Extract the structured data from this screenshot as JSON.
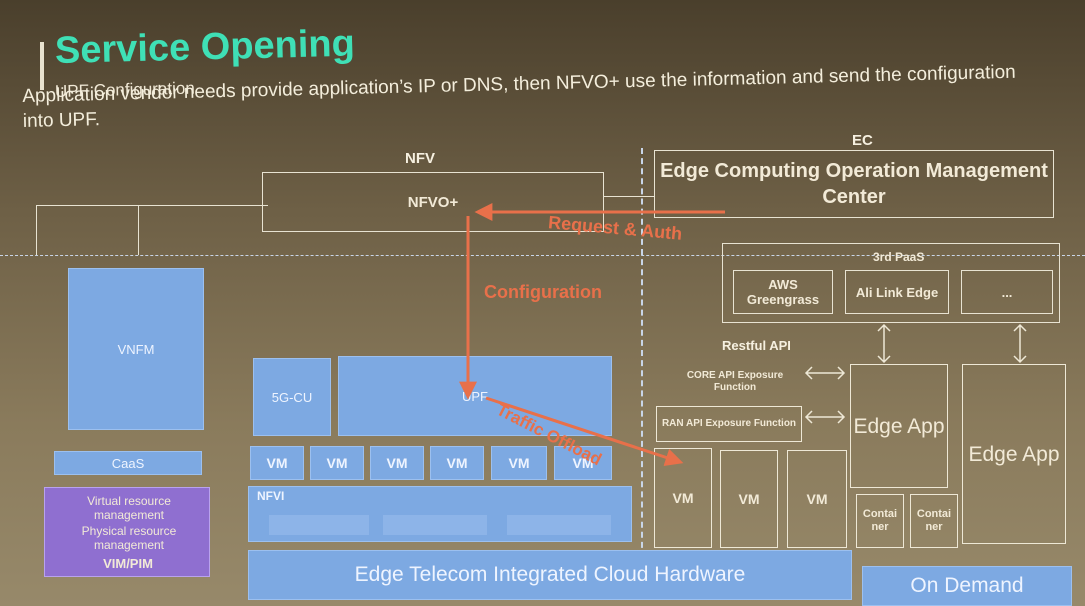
{
  "header": {
    "title": "Service Opening",
    "subtitle": "UPF Configuration",
    "description": "Application vendor needs provide application’s IP or DNS, then NFVO+ use the information and send the configuration into UPF."
  },
  "sections": {
    "nfv": "NFV",
    "ec": "EC"
  },
  "nfv": {
    "nfvo": "NFVO+",
    "vnfm": "VNFM",
    "caas": "CaaS",
    "vim": {
      "virtual": "Virtual resource management",
      "physical": "Physical resource management",
      "label": "VIM/PIM"
    },
    "cu": "5G-CU",
    "upf": "UPF",
    "vms": [
      "VM",
      "VM",
      "VM",
      "VM",
      "VM",
      "VM"
    ],
    "nfvi": "NFVI",
    "hardware": "Edge Telecom Integrated Cloud Hardware"
  },
  "ec": {
    "center": "Edge Computing Operation Management Center",
    "paas_title": "3rd PaaS",
    "paas_items": [
      "AWS Greengrass",
      "Ali Link Edge",
      "..."
    ],
    "restful": "Restful API",
    "core_api": "CORE API Exposure Function",
    "ran_api": "RAN API Exposure Function",
    "vms": [
      "VM",
      "VM",
      "VM"
    ],
    "edge_app_1": "Edge App",
    "edge_app_2": "Edge App",
    "containers": [
      "Contai ner",
      "Contai ner"
    ],
    "on_demand": "On Demand"
  },
  "flows": {
    "request": "Request & Auth",
    "configuration": "Configuration",
    "traffic": "Traffic Offload"
  },
  "colors": {
    "title": "#3fe0b6",
    "flow": "#e8704a",
    "block": "#7da9e2",
    "vim": "#8f6fd0"
  }
}
